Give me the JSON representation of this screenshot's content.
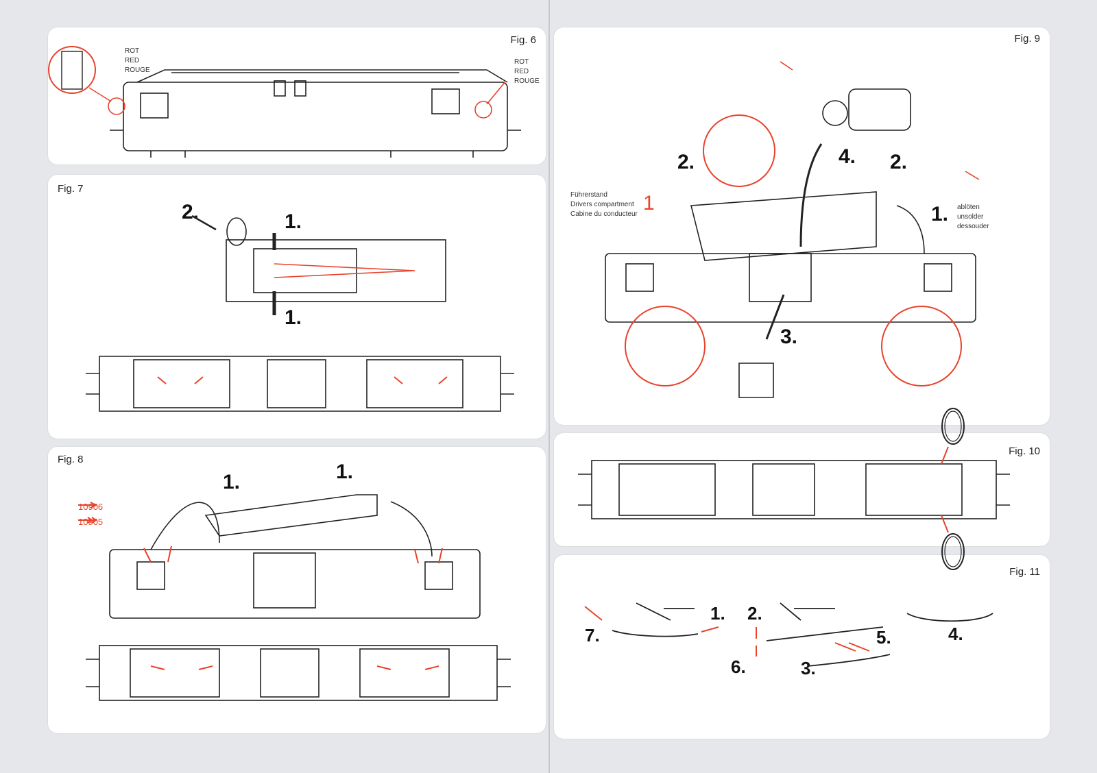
{
  "figures": {
    "fig6": {
      "title": "Fig. 6",
      "label_left": [
        "ROT",
        "RED",
        "ROUGE"
      ],
      "label_right": [
        "ROT",
        "RED",
        "ROUGE"
      ]
    },
    "fig7": {
      "title": "Fig. 7",
      "step_a": "2.",
      "step_b": "1.",
      "step_c": "1."
    },
    "fig8": {
      "title": "Fig. 8",
      "step_a": "1.",
      "step_b": "1.",
      "legend": [
        {
          "code": "10906",
          "type": "single"
        },
        {
          "code": "10905",
          "type": "double"
        }
      ]
    },
    "fig9": {
      "title": "Fig. 9",
      "cab_label": [
        "Führerstand",
        "Drivers compartment",
        "Cabine du conducteur"
      ],
      "cab_marker": "1",
      "unsolder_label": [
        "ablöten",
        "unsolder",
        "dessouder"
      ],
      "step_2a": "2.",
      "step_4": "4.",
      "step_2b": "2.",
      "step_1": "1.",
      "step_3": "3."
    },
    "fig10": {
      "title": "Fig. 10"
    },
    "fig11": {
      "title": "Fig. 11",
      "step_1": "1.",
      "step_2": "2.",
      "step_3": "3.",
      "step_4": "4.",
      "step_5": "5.",
      "step_6": "6.",
      "step_7": "7."
    }
  },
  "colors": {
    "accent": "#e8432b",
    "line": "#222222",
    "panel": "#ffffff",
    "background": "#e6e7ea"
  }
}
